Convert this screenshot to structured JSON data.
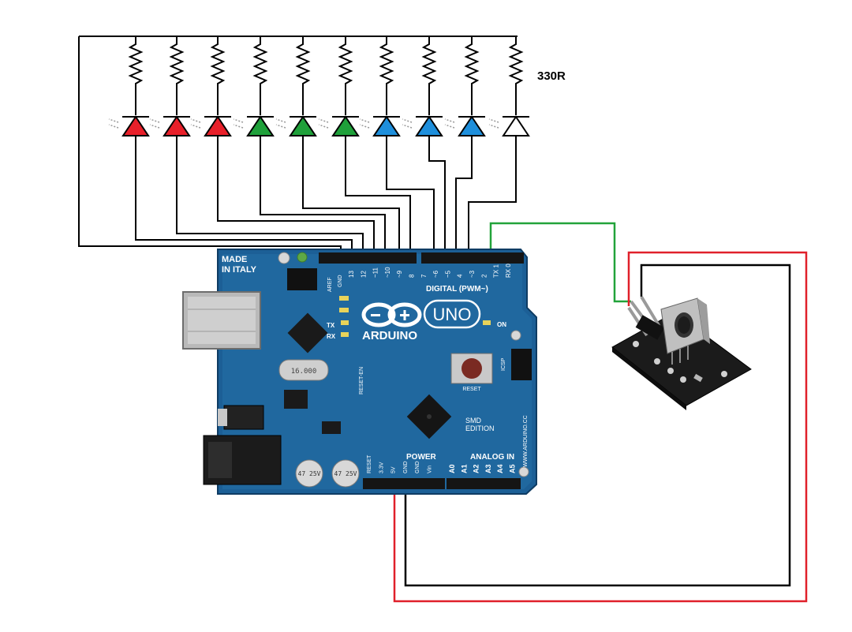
{
  "resistor_value": "330R",
  "leds": [
    {
      "color": "#e8202a"
    },
    {
      "color": "#e8202a"
    },
    {
      "color": "#e8202a"
    },
    {
      "color": "#1fa03a"
    },
    {
      "color": "#1fa03a"
    },
    {
      "color": "#1fa03a"
    },
    {
      "color": "#1e8fdc"
    },
    {
      "color": "#1e8fdc"
    },
    {
      "color": "#1e8fdc"
    },
    {
      "color": "#ffffff"
    }
  ],
  "wire_colors": {
    "signal": "#000000",
    "ir_data": "#22a33a",
    "ir_power": "#e0202a",
    "ir_ground": "#000000"
  },
  "board": {
    "made_in_1": "MADE",
    "made_in_2": "IN ITALY",
    "brand": "ARDUINO",
    "model": "UNO",
    "digital": "DIGITAL (PWM~)",
    "power": "POWER",
    "analog": "ANALOG IN",
    "tx": "TX",
    "rx": "RX",
    "on": "ON",
    "aref": "AREF",
    "gnd": "GND",
    "smd_1": "SMD",
    "smd_2": "EDITION",
    "website": "WWW.ARDUINO.CC",
    "icsp": "ICSP",
    "reset": "RESET",
    "reset_en": "RESET-EN",
    "crystal": "16.000",
    "cap_1": "47 25V",
    "cap_2": "47 25V",
    "pins_top": [
      "13",
      "12",
      "~11",
      "~10",
      "~9",
      "8",
      "7",
      "~6",
      "~5",
      "4",
      "~3",
      "2",
      "TX 1",
      "RX 0"
    ],
    "pins_power": [
      "RESET",
      "3.3V",
      "5V",
      "GND",
      "GND",
      "Vin"
    ],
    "pins_analog": [
      "A0",
      "A1",
      "A2",
      "A3",
      "A4",
      "A5"
    ]
  }
}
